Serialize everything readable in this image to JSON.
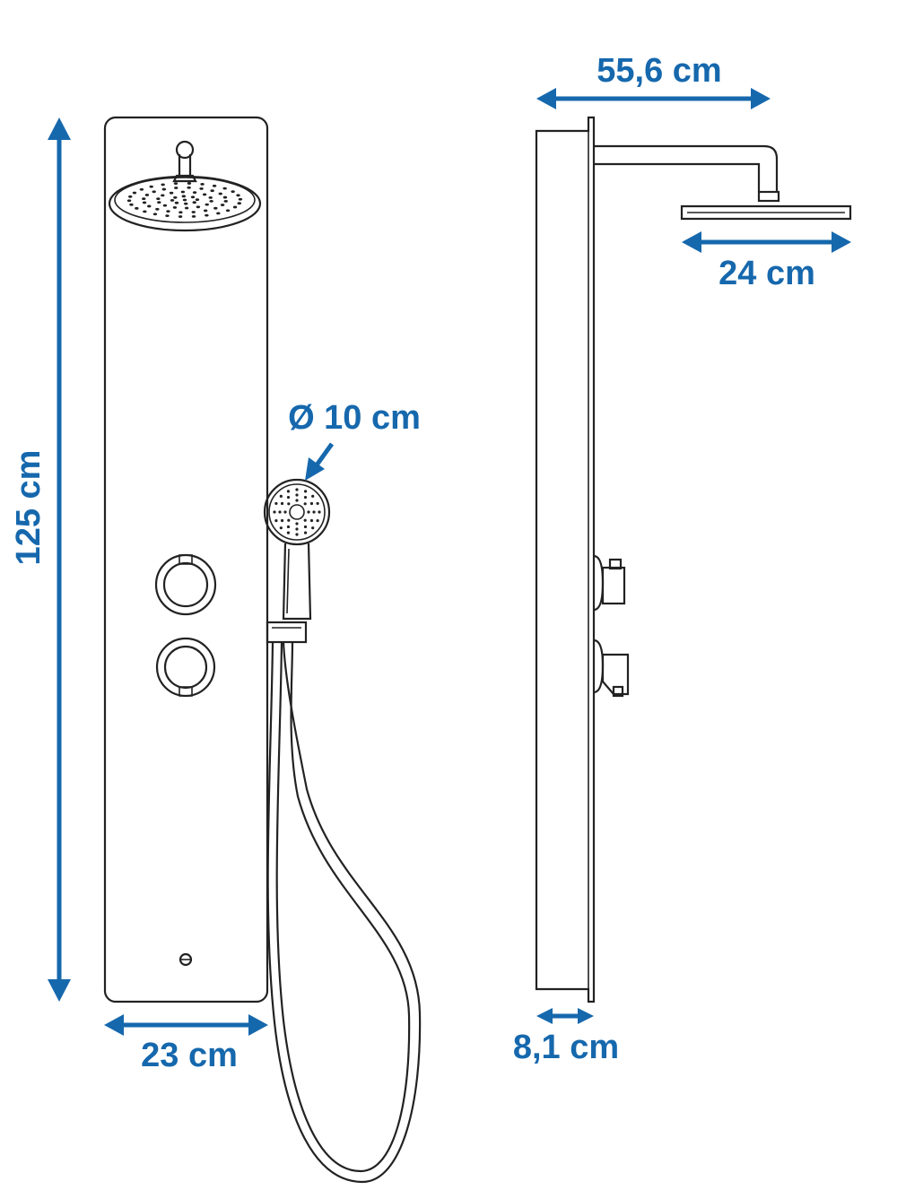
{
  "dimensions": {
    "height": "125 cm",
    "panel_width": "23 cm",
    "hand_shower_diameter": "Ø 10 cm",
    "arm_reach": "55,6 cm",
    "head_diameter": "24 cm",
    "panel_depth": "8,1 cm"
  },
  "colors": {
    "dimension": "#1668ad",
    "outline": "#222222",
    "background": "#ffffff"
  }
}
